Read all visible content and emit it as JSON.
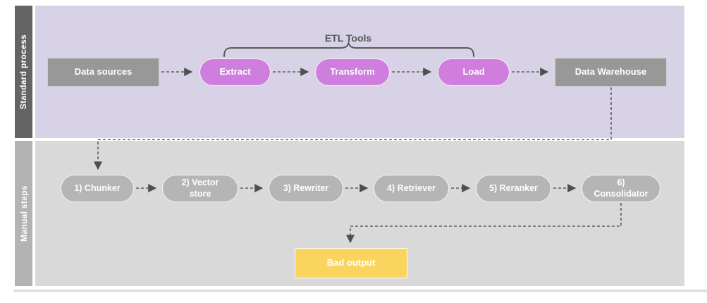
{
  "lanes": [
    {
      "label": "Standard process",
      "nodes": [
        {
          "id": "data-sources",
          "label": "Data sources",
          "shape": "rect",
          "color": "#989898"
        },
        {
          "id": "extract",
          "label": "Extract",
          "shape": "pill",
          "color": "#cf7edd"
        },
        {
          "id": "transform",
          "label": "Transform",
          "shape": "pill",
          "color": "#cf7edd"
        },
        {
          "id": "load",
          "label": "Load",
          "shape": "pill",
          "color": "#cf7edd"
        },
        {
          "id": "data-warehouse",
          "label": "Data Warehouse",
          "shape": "rect",
          "color": "#989898"
        }
      ],
      "annotation": {
        "label": "ETL Tools",
        "spans": [
          "Extract",
          "Transform",
          "Load"
        ]
      }
    },
    {
      "label": "Manual steps",
      "nodes": [
        {
          "id": "chunker",
          "label": "1) Chunker",
          "shape": "pill",
          "color": "#b5b5b5"
        },
        {
          "id": "vector-store",
          "label": "2) Vector store",
          "shape": "pill",
          "color": "#b5b5b5"
        },
        {
          "id": "rewriter",
          "label": "3) Rewriter",
          "shape": "pill",
          "color": "#b5b5b5"
        },
        {
          "id": "retriever",
          "label": "4) Retriever",
          "shape": "pill",
          "color": "#b5b5b5"
        },
        {
          "id": "reranker",
          "label": "5) Reranker",
          "shape": "pill",
          "color": "#b5b5b5"
        },
        {
          "id": "consolidator",
          "label": "6) Consolidator",
          "shape": "pill",
          "color": "#b5b5b5"
        },
        {
          "id": "bad-output",
          "label": "Bad output",
          "shape": "rect",
          "color": "#fbd45f"
        }
      ]
    }
  ],
  "connections": [
    {
      "from": "data-sources",
      "to": "extract"
    },
    {
      "from": "extract",
      "to": "transform"
    },
    {
      "from": "transform",
      "to": "load"
    },
    {
      "from": "load",
      "to": "data-warehouse"
    },
    {
      "from": "data-warehouse",
      "to": "chunker"
    },
    {
      "from": "chunker",
      "to": "vector-store"
    },
    {
      "from": "vector-store",
      "to": "rewriter"
    },
    {
      "from": "rewriter",
      "to": "retriever"
    },
    {
      "from": "retriever",
      "to": "reranker"
    },
    {
      "from": "reranker",
      "to": "consolidator"
    },
    {
      "from": "consolidator",
      "to": "bad-output"
    }
  ],
  "colors": {
    "lane1_bar": "#646464",
    "lane1_bg": "#d8d2e7",
    "lane2_bar": "#b3b3b3",
    "lane2_bg": "#d9d9d9",
    "purple_pill": "#cf7edd",
    "gray_box": "#989898",
    "gray_pill": "#b5b5b5",
    "yellow_box": "#fbd45f",
    "connector": "#5f5f5f"
  }
}
